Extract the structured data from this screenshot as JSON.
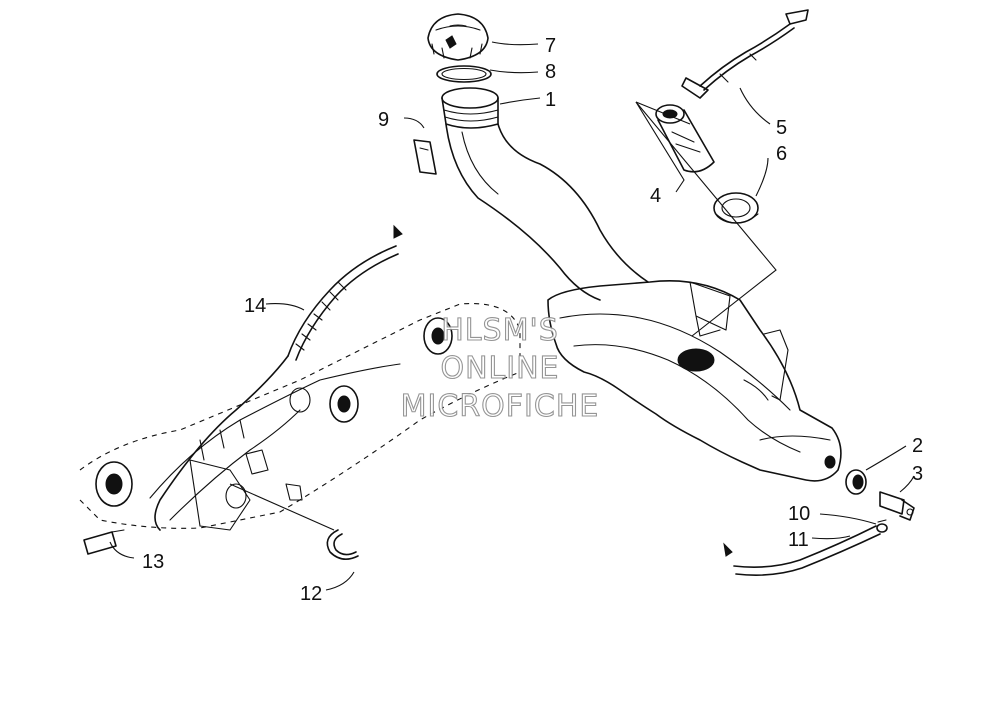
{
  "labels": {
    "p1": "1",
    "p2": "2",
    "p3": "3",
    "p4": "4",
    "p5": "5",
    "p6": "6",
    "p7": "7",
    "p8": "8",
    "p9": "9",
    "p10": "10",
    "p11": "11",
    "p12": "12",
    "p13": "13",
    "p14": "14"
  },
  "watermark": {
    "line1": "HLSM'S",
    "line2": "ONLINE",
    "line3": "MICROFICHE"
  },
  "colors": {
    "ink": "#111111",
    "watermark_outline": "#8a8a8a",
    "background": "#ffffff"
  }
}
